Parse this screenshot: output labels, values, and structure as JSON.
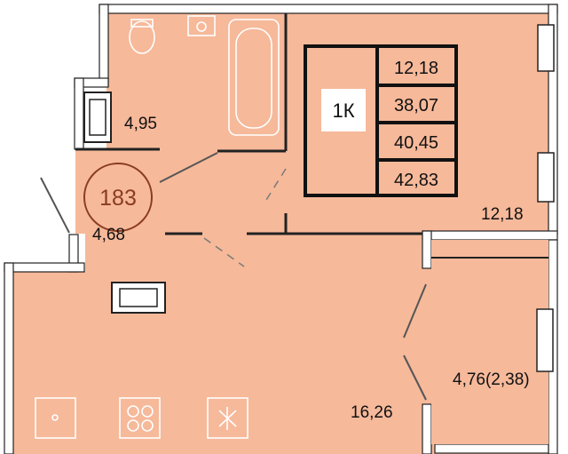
{
  "plan": {
    "apartment_number": "183",
    "unit_type": "1К",
    "stats": [
      "12,18",
      "38,07",
      "40,45",
      "42,83"
    ],
    "rooms": {
      "bathroom": "4,95",
      "hallway": "4,68",
      "bedroom": "12,18",
      "kitchen_living": "16,26",
      "balcony": "4,76(2,38)"
    },
    "colors": {
      "room_fill": "#f6b99a",
      "wall": "#222222",
      "apartment_badge": "#8a3c22",
      "fixture": "#ffffff"
    },
    "icons": [
      "toilet-icon",
      "sink-icon",
      "bathtub-icon",
      "washing-machine-icon",
      "kitchen-sink-icon",
      "stove-icon",
      "fan-icon"
    ]
  }
}
